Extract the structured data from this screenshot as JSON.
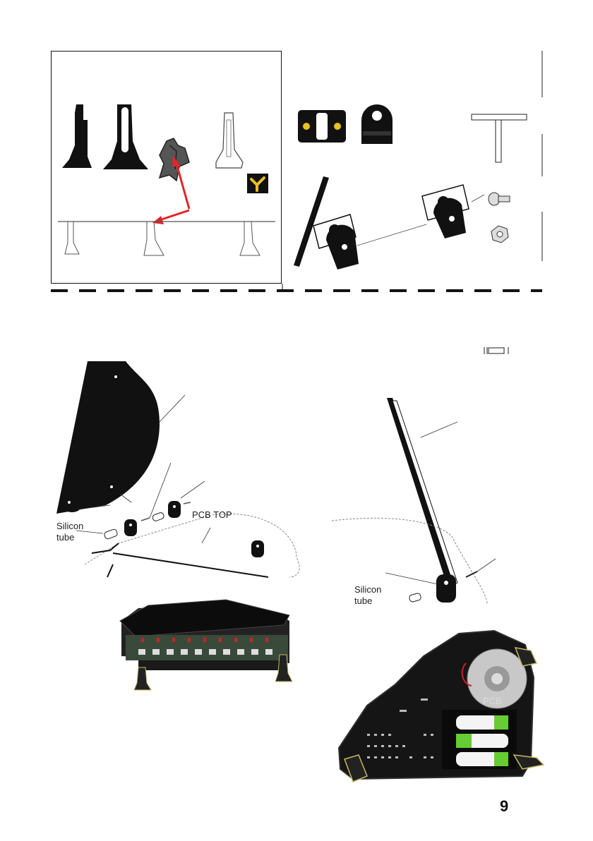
{
  "labels": {
    "pcb_top": "PCB TOP",
    "silicon_tube_left": [
      "Silicon",
      "tube"
    ],
    "silicon_tube_right": [
      "Silicon",
      "tube"
    ],
    "pcb": "PCB"
  },
  "page_number": "9",
  "colors": {
    "accent_red": "#e0262a",
    "bracket_yellow": "#e8c020",
    "ink": "#111111"
  }
}
